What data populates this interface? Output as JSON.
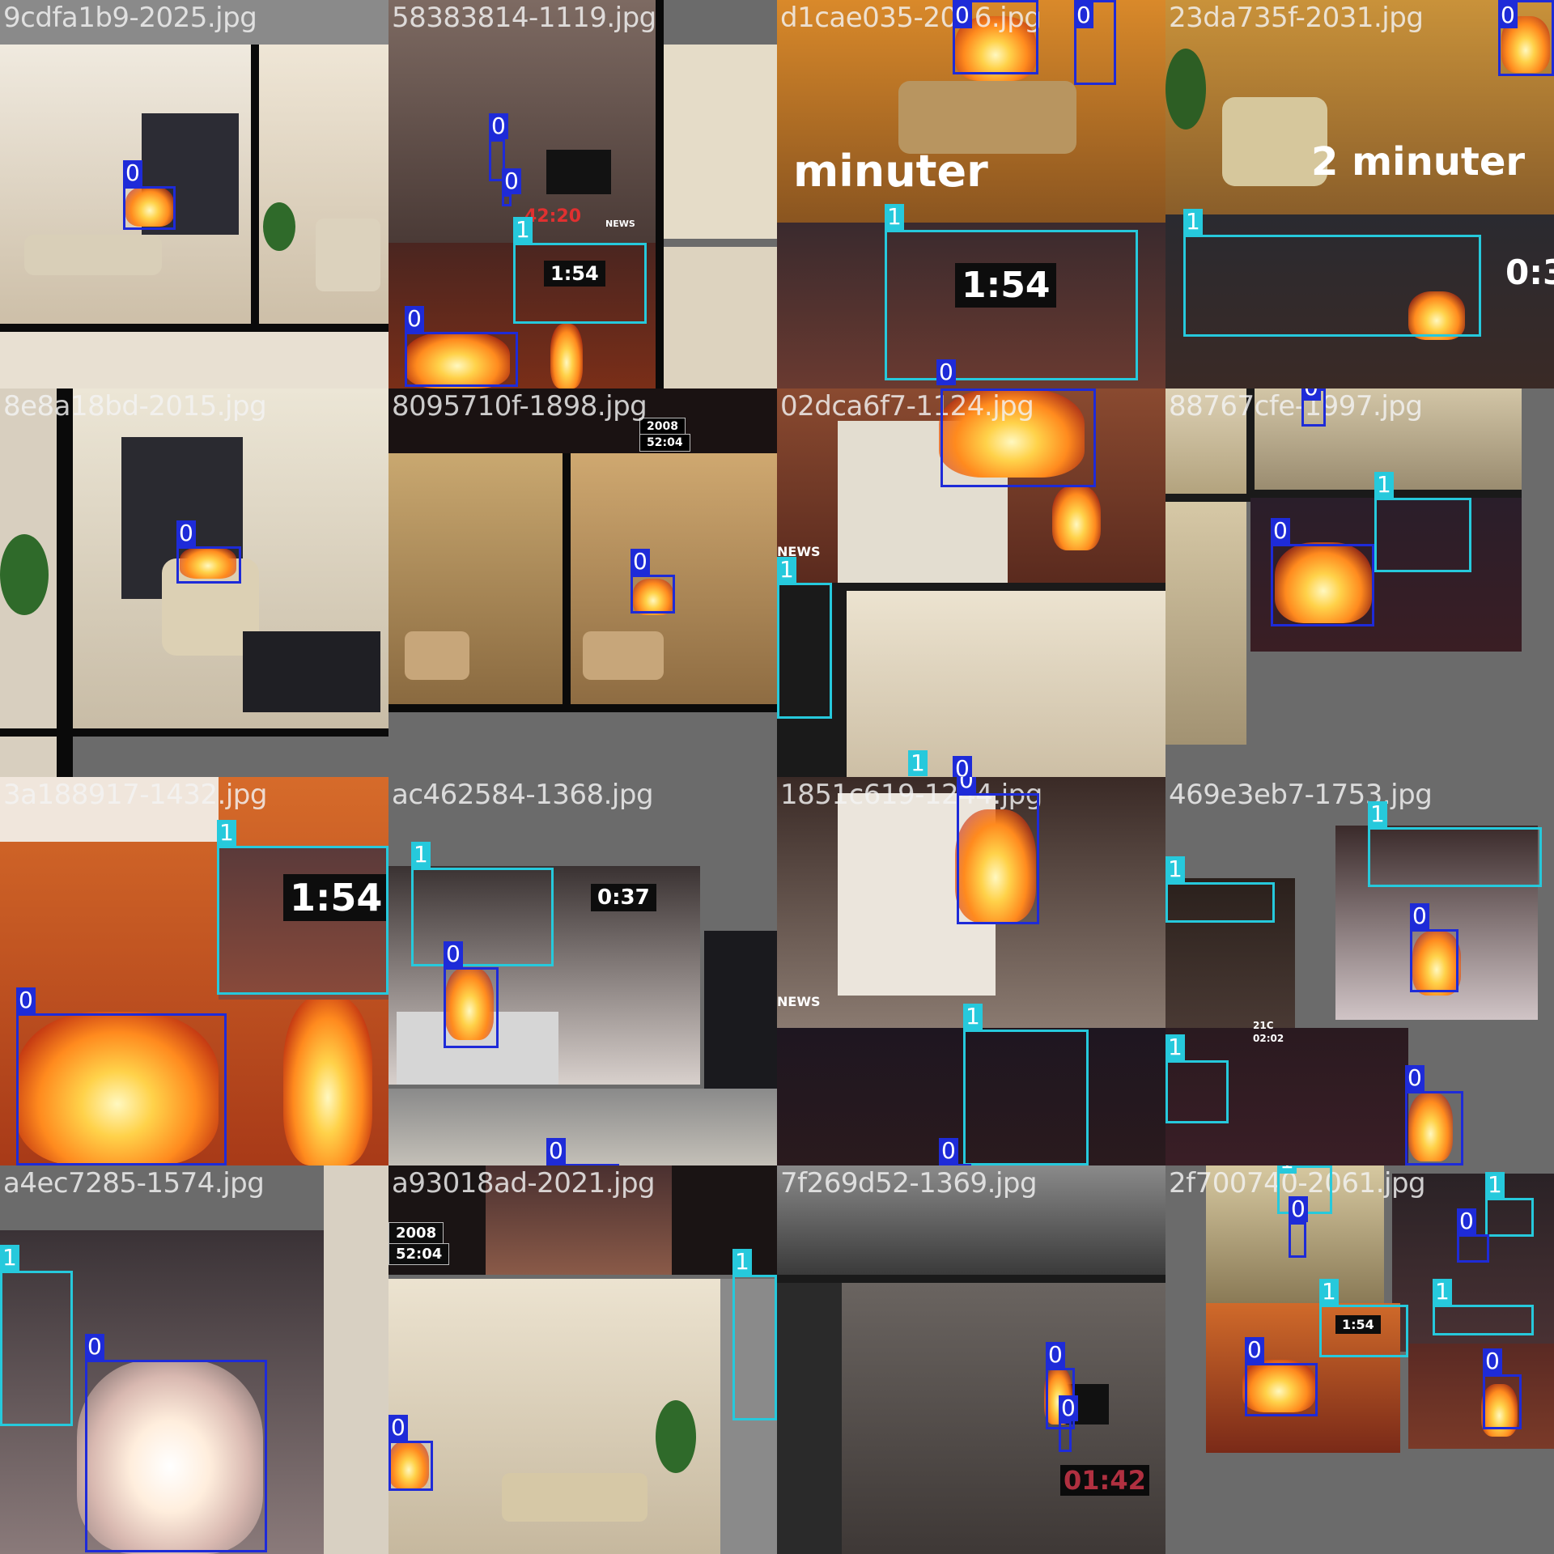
{
  "tiles": [
    {
      "filename": "9cdfa1b9-2025.jpg",
      "labels": [
        "0"
      ]
    },
    {
      "filename": "58383814-1119.jpg",
      "labels": [
        "0",
        "0",
        "1",
        "0"
      ],
      "overlays": [
        "1:54",
        "42:20",
        "NEWS"
      ]
    },
    {
      "filename": "d1cae035-2026.jpg",
      "labels": [
        "0",
        "0",
        "1",
        "0"
      ],
      "overlays": [
        "minuter",
        "1:54"
      ]
    },
    {
      "filename": "23da735f-2031.jpg",
      "labels": [
        "0",
        "1"
      ],
      "overlays": [
        "2 minuter",
        "0:3"
      ]
    },
    {
      "filename": "8e8a18bd-2015.jpg",
      "labels": [
        "0"
      ]
    },
    {
      "filename": "8095710f-1898.jpg",
      "labels": [
        "0"
      ],
      "overlays": [
        "2008",
        "52:04"
      ]
    },
    {
      "filename": "02dca6f7-1124.jpg",
      "labels": [
        "0",
        "1",
        "1",
        "0"
      ],
      "overlays": [
        "NEWS"
      ]
    },
    {
      "filename": "88767cfe-1997.jpg",
      "labels": [
        "0",
        "1",
        "0"
      ]
    },
    {
      "filename": "3a188917-1432.jpg",
      "labels": [
        "1",
        "0"
      ],
      "overlays": [
        "1:54"
      ]
    },
    {
      "filename": "ac462584-1368.jpg",
      "labels": [
        "1",
        "0",
        "0"
      ],
      "overlays": [
        "0:37"
      ]
    },
    {
      "filename": "1851c619-1244.jpg",
      "labels": [
        "0",
        "1",
        "0"
      ],
      "overlays": [
        "NEWS"
      ]
    },
    {
      "filename": "469e3eb7-1753.jpg",
      "labels": [
        "1",
        "1",
        "0",
        "1",
        "0"
      ],
      "overlays": [
        "21C",
        "02:02"
      ]
    },
    {
      "filename": "a4ec7285-1574.jpg",
      "labels": [
        "1",
        "0"
      ]
    },
    {
      "filename": "a93018ad-2021.jpg",
      "labels": [
        "1",
        "0"
      ],
      "overlays": [
        "2008",
        "52:04"
      ]
    },
    {
      "filename": "7f269d52-1369.jpg",
      "labels": [
        "0",
        "0"
      ],
      "overlays": [
        "01:42"
      ]
    },
    {
      "filename": "2f700740-2061.jpg",
      "labels": [
        "1",
        "0",
        "1",
        "0",
        "1",
        "1",
        "0",
        "0"
      ],
      "overlays": [
        "1:54"
      ]
    }
  ],
  "colors": {
    "class0": "#1e2bd8",
    "class1": "#26c9dc"
  }
}
